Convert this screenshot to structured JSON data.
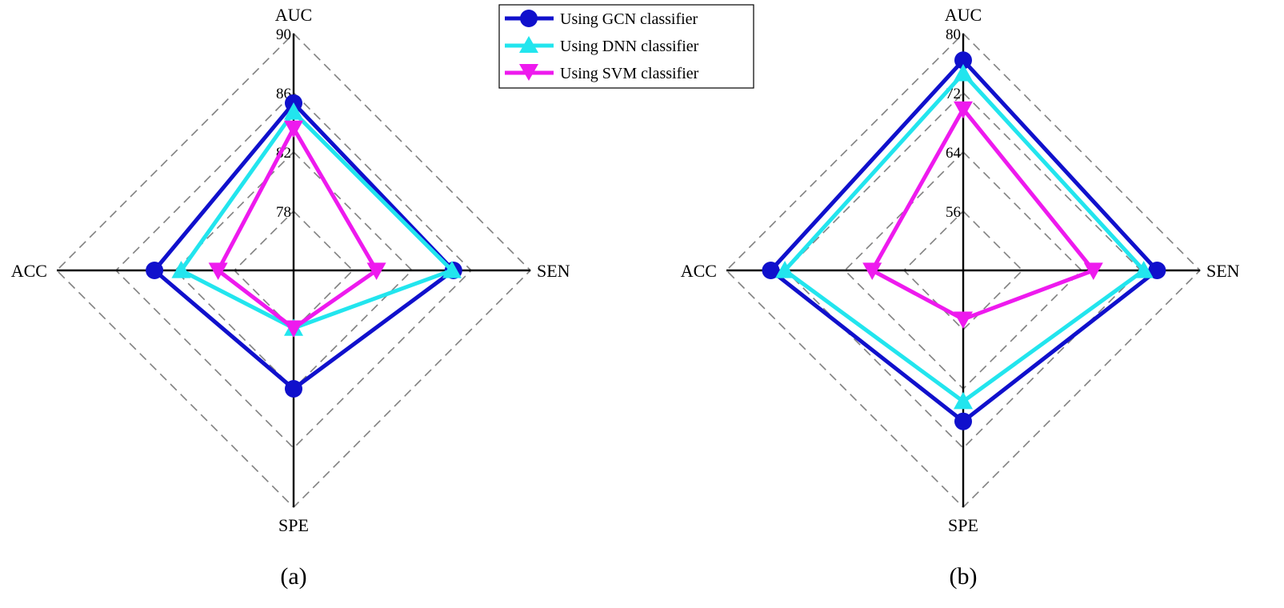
{
  "colors": {
    "gcn": "#1010cc",
    "dnn": "#22e5ee",
    "svm": "#ee1aee"
  },
  "legend": {
    "position": "top-center",
    "entries": [
      {
        "label": "Using GCN classifier",
        "marker": "circle",
        "color": "#1010cc"
      },
      {
        "label": "Using DNN classifier",
        "marker": "triangle-up",
        "color": "#22e5ee"
      },
      {
        "label": "Using SVM classifier",
        "marker": "triangle-down",
        "color": "#ee1aee"
      }
    ]
  },
  "chart_data": [
    {
      "type": "radar",
      "panel_label": "(a)",
      "axes": [
        "AUC",
        "SEN",
        "SPE",
        "ACC"
      ],
      "rlim": [
        74,
        90
      ],
      "ticks": [
        {
          "value": 78,
          "label": "78"
        },
        {
          "value": 82,
          "label": "82"
        },
        {
          "value": 86,
          "label": "86"
        },
        {
          "value": 90,
          "label": "90"
        }
      ],
      "series": [
        {
          "name": "Using GCN classifier",
          "values": [
            85.3,
            84.8,
            82.0,
            83.4
          ]
        },
        {
          "name": "Using DNN classifier",
          "values": [
            84.7,
            84.7,
            77.9,
            81.6
          ]
        },
        {
          "name": "Using SVM classifier",
          "values": [
            83.6,
            79.6,
            77.9,
            79.1
          ]
        }
      ]
    },
    {
      "type": "radar",
      "panel_label": "(b)",
      "axes": [
        "AUC",
        "SEN",
        "SPE",
        "ACC"
      ],
      "rlim": [
        48,
        80
      ],
      "ticks": [
        {
          "value": 56,
          "label": "56"
        },
        {
          "value": 64,
          "label": "64"
        },
        {
          "value": 72,
          "label": "72"
        },
        {
          "value": 80,
          "label": "80"
        }
      ],
      "series": [
        {
          "name": "Using GCN classifier",
          "values": [
            76.4,
            74.2,
            68.4,
            74.0
          ]
        },
        {
          "name": "Using DNN classifier",
          "values": [
            74.6,
            72.4,
            65.7,
            72.1
          ]
        },
        {
          "name": "Using SVM classifier",
          "values": [
            69.8,
            65.6,
            54.6,
            60.3
          ]
        }
      ]
    }
  ]
}
